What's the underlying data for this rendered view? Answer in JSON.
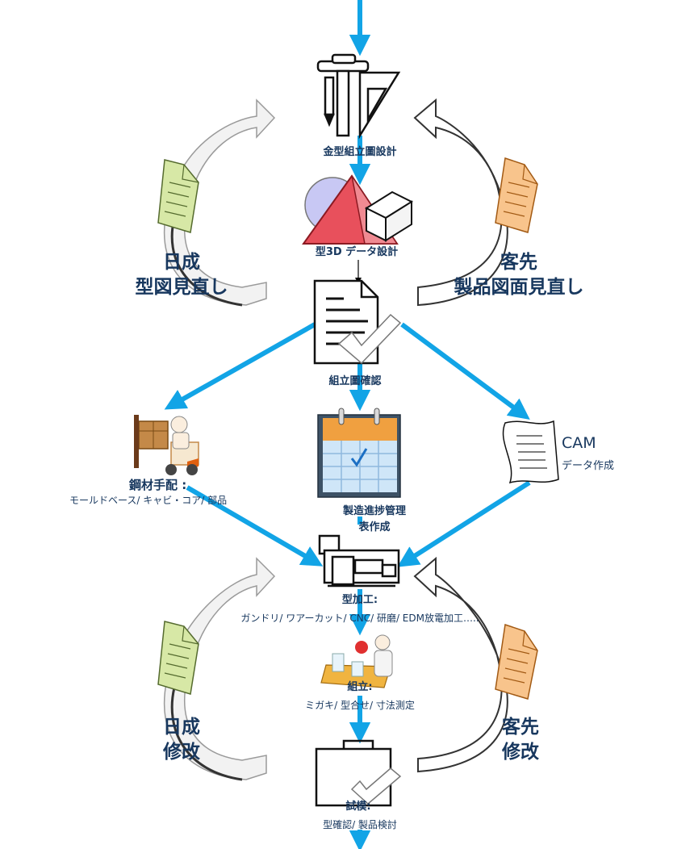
{
  "colors": {
    "flow_arrow": "#12a4e6",
    "label_text": "#17375e",
    "doc_green": "#d7e8a6",
    "doc_orange": "#f8c48c",
    "review_arrow_gray": "#f0f0f0",
    "review_arrow_white": "#ffffff"
  },
  "steps": {
    "assembly_drawing_design": "金型組立圖設計",
    "mold_3d_design": "型3D データ設計",
    "assembly_check": "組立圖確認",
    "steel_order_title": "鋼材手配 :",
    "steel_order_detail": "モールドベース/ キャビ・コア/ 部品",
    "schedule_line1": "製造進捗管理",
    "schedule_line2": "表作成",
    "cam_title": "CAM",
    "cam_detail": "データ作成",
    "machining_title": "型加工:",
    "machining_detail": "ガンドリ/ ワアーカット/ CNC/ 研磨/ EDM放電加工…..",
    "assembly_title": "組立:",
    "assembly_detail": "ミガキ/ 型合せ/ 寸法測定",
    "trial_title": "試模:",
    "trial_detail": "型確認/ 製品検討"
  },
  "review_loops": {
    "top_left_line1": "日成",
    "top_left_line2": "型図見直し",
    "top_right_line1": "客先",
    "top_right_line2": "製品図面見直し",
    "bottom_left_line1": "日成",
    "bottom_left_line2": "修改",
    "bottom_right_line1": "客先",
    "bottom_right_line2": "修改"
  },
  "icons": {
    "drafting": "drafting-tools-icon",
    "shapes_3d": "3d-shapes-icon",
    "document_check": "document-check-icon",
    "forklift": "forklift-icon",
    "calendar": "calendar-icon",
    "cam_document": "cam-document-icon",
    "machine": "machine-tool-icon",
    "assembly_worker": "assembly-worker-icon",
    "trial_case": "trial-case-icon",
    "document_green": "document-green-icon",
    "document_orange": "document-orange-icon"
  }
}
